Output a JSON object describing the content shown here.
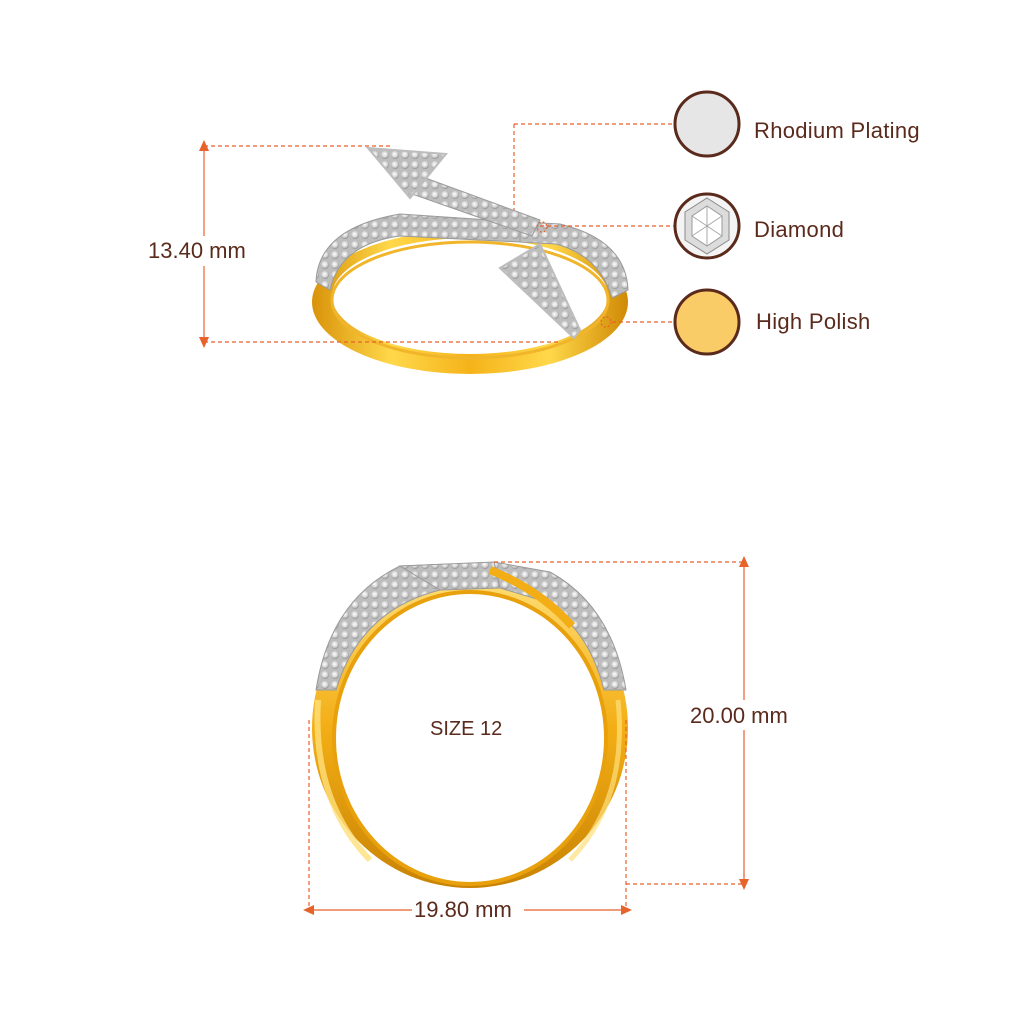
{
  "dimensions": {
    "height_top_view": "13.40 mm",
    "height_front_view": "20.00 mm",
    "width_front_view": "19.80 mm"
  },
  "size_label": "SIZE 12",
  "legend": [
    {
      "label": "Rhodium Plating",
      "icon": "rhodium-swatch-icon",
      "color": "#e6e6e6"
    },
    {
      "label": "Diamond",
      "icon": "diamond-icon",
      "color": "#f2f2f2"
    },
    {
      "label": "High Polish",
      "icon": "gold-swatch-icon",
      "color": "#f9cc67"
    }
  ],
  "colors": {
    "accent": "#e8622c",
    "text": "#5a2a1c",
    "ring_outline": "#5a2a1c",
    "gold": "#f6b81e",
    "gold_dark": "#c98a06",
    "gold_light": "#ffe27a"
  }
}
